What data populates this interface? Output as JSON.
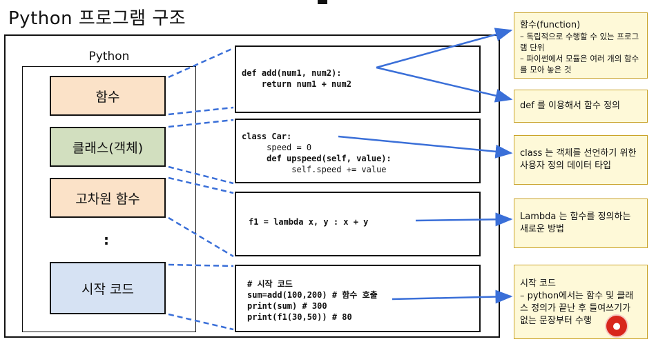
{
  "title": "Python 프로그램 구조",
  "python_label": "Python",
  "components": {
    "function": "함수",
    "class": "클래스(객체)",
    "higher_order": "고차원 함수",
    "ellipsis": ":",
    "start_code": "시작 코드"
  },
  "code": {
    "func_line1": "def add(num1, num2):",
    "func_line2": "    return num1 + num2",
    "class_line1": "class Car:",
    "class_line2": "     speed = 0",
    "class_line3": "     def upspeed(self, value):",
    "class_line4": "          self.speed += value",
    "lambda_line1": "f1 = lambda x, y : x + y",
    "start_line1": "# 시작 코드",
    "start_line2": "sum=add(100,200) # 함수 호출",
    "start_line3": "print(sum) # 300",
    "start_line4": "print(f1(30,50)) # 80"
  },
  "notes": {
    "func_title": "함수(function)",
    "func_item1": "– 독립적으로 수행할 수 있는 프로그램 단위",
    "func_item2": "– 파이썬에서 모듈은 여러 개의 함수를 모아 놓은 것",
    "def": "def 를 이용해서 함수 정의",
    "class": "class 는 객체를 선언하기 위한 사용자 정의 데이터 타입",
    "lambda": "Lambda 는 함수를 정의하는 새로운 방법",
    "start_title": "시작 코드",
    "start_body": "– python에서는 함수 및 클래스 정의가 끝난 후 들여쓰기가 없는 문장부터 수행"
  },
  "colors": {
    "func_fill": "#fbe2c8",
    "class_fill": "#d2dfbf",
    "start_fill": "#d6e2f3",
    "note_fill": "#fef9d8",
    "arrow": "#3a6fd8"
  }
}
